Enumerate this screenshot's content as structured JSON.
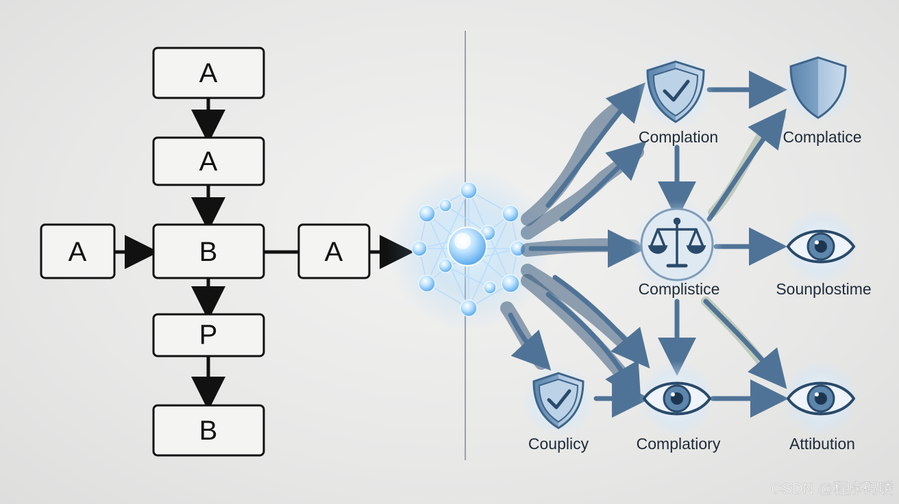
{
  "left_flowchart": {
    "top_box": "A",
    "second_box": "A",
    "left_box": "A",
    "center_box": "B",
    "right_box": "A",
    "fourth_box": "P",
    "bottom_box": "B"
  },
  "right_network": {
    "compliance_node": "Complation",
    "complatice_node": "Complatice",
    "complistice_node": "Complistice",
    "sounplostime_node": "Sounplostime",
    "couplicy_node": "Couplicy",
    "complatiory_node": "Complatiory",
    "attibution_node": "Attibution"
  },
  "icons": {
    "shield_check": "shield-check-icon",
    "shield_plain": "shield-icon",
    "scales": "scales-icon",
    "eye": "eye-icon",
    "neural_network": "neural-network-icon"
  },
  "colors": {
    "icon_blue": "#4f7396",
    "glow_blue": "#7fc8ff",
    "box_stroke": "#111111",
    "background": "#ebebea"
  },
  "watermark": "CSDN @程序码喽"
}
